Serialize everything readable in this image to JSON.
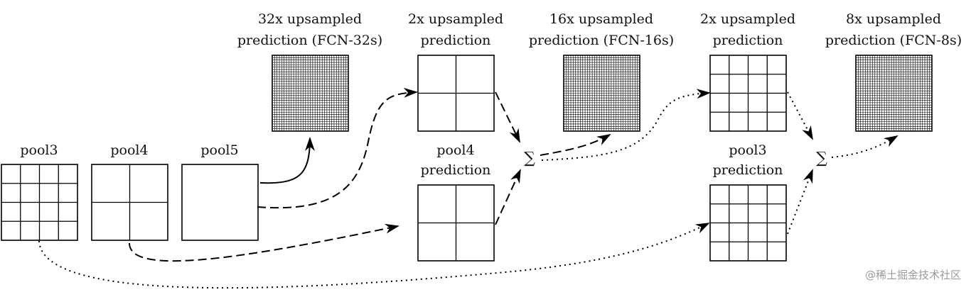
{
  "labels": {
    "pool3": "pool3",
    "pool4": "pool4",
    "pool5": "pool5",
    "fcn32_line1": "32x upsampled",
    "fcn32_line2": "prediction (FCN-32s)",
    "up2a_line1": "2x upsampled",
    "up2a_line2": "prediction",
    "pool4pred_line1": "pool4",
    "pool4pred_line2": "prediction",
    "fcn16_line1": "16x upsampled",
    "fcn16_line2": "prediction (FCN-16s)",
    "up2b_line1": "2x upsampled",
    "up2b_line2": "prediction",
    "pool3pred_line1": "pool3",
    "pool3pred_line2": "prediction",
    "fcn8_line1": "8x upsampled",
    "fcn8_line2": "prediction (FCN-8s)"
  },
  "sum_symbol": "∑",
  "watermark": "@稀土掘金技术社区"
}
